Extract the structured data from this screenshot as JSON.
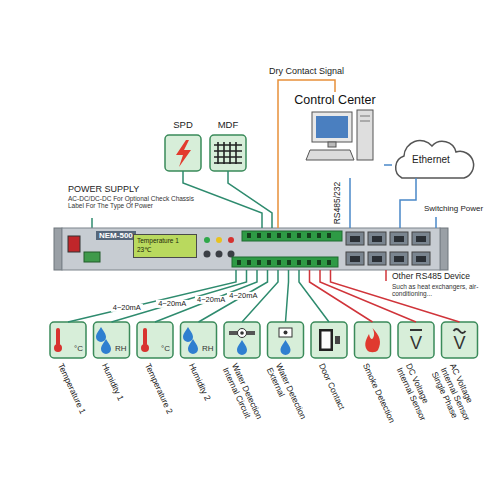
{
  "diagram": {
    "nodes": [
      {
        "text": [
          "SPD"
        ]
      },
      {
        "text": [
          "MDF"
        ]
      },
      {
        "text": [
          "Control Center"
        ]
      },
      {
        "text": [
          "Ethernet"
        ]
      },
      {
        "text": [
          "NEM-500"
        ]
      },
      {
        "text": [
          "Temperature 1",
          "23℃"
        ],
        "in": 4
      },
      {
        "text": [
          "°C",
          "Temperature 1"
        ]
      },
      {
        "text": [
          "RH",
          "Humidity 1"
        ]
      },
      {
        "text": [
          "°C",
          "Temperature 2"
        ]
      },
      {
        "text": [
          "RH",
          "Humidity 2"
        ]
      },
      {
        "text": [
          "Water Detection Internal Circuit"
        ]
      },
      {
        "text": [
          "Water Detection External"
        ]
      },
      {
        "text": [
          "Door Contact"
        ]
      },
      {
        "text": [
          "Smoke Detection"
        ]
      },
      {
        "text": [
          "V",
          "DC Voltage Internal Sensor"
        ]
      },
      {
        "text": [
          "V",
          "AC Voltage Internal Sensor Single Phase"
        ]
      }
    ],
    "edges": [
      {
        "from": 0,
        "to": 4,
        "arrow": "none"
      },
      {
        "from": 1,
        "to": 4,
        "arrow": "none"
      },
      {
        "from": 2,
        "to": 4,
        "label": "Dry Contact Signal",
        "arrow": "none"
      },
      {
        "from": 2,
        "to": 4,
        "label": "RS485/232",
        "arrow": "none"
      },
      {
        "from": 2,
        "to": 3,
        "arrow": "none"
      },
      {
        "from": 3,
        "to": 4,
        "arrow": "none"
      },
      {
        "from": 6,
        "to": 4,
        "label": "4~20mA",
        "arrow": "none"
      },
      {
        "from": 7,
        "to": 4,
        "label": "4~20mA",
        "arrow": "none"
      },
      {
        "from": 8,
        "to": 4,
        "label": "4~20mA",
        "arrow": "none"
      },
      {
        "from": 9,
        "to": 4,
        "label": "4~20mA",
        "arrow": "none"
      },
      {
        "from": 10,
        "to": 4,
        "arrow": "none"
      },
      {
        "from": 11,
        "to": 4,
        "arrow": "none"
      },
      {
        "from": 12,
        "to": 4,
        "arrow": "none"
      },
      {
        "from": 13,
        "to": 4,
        "arrow": "none"
      },
      {
        "from": 14,
        "to": 4,
        "arrow": "none"
      },
      {
        "from": 15,
        "to": 4,
        "arrow": "none"
      }
    ],
    "labels": [
      "POWER SUPPLY",
      "AC-DC/DC-DC For Optional Check Chassis Label For The Type Of Power",
      "Switching Power",
      "Other RS485 Device",
      "Such as heat exchangers, air-conditioning..."
    ]
  }
}
